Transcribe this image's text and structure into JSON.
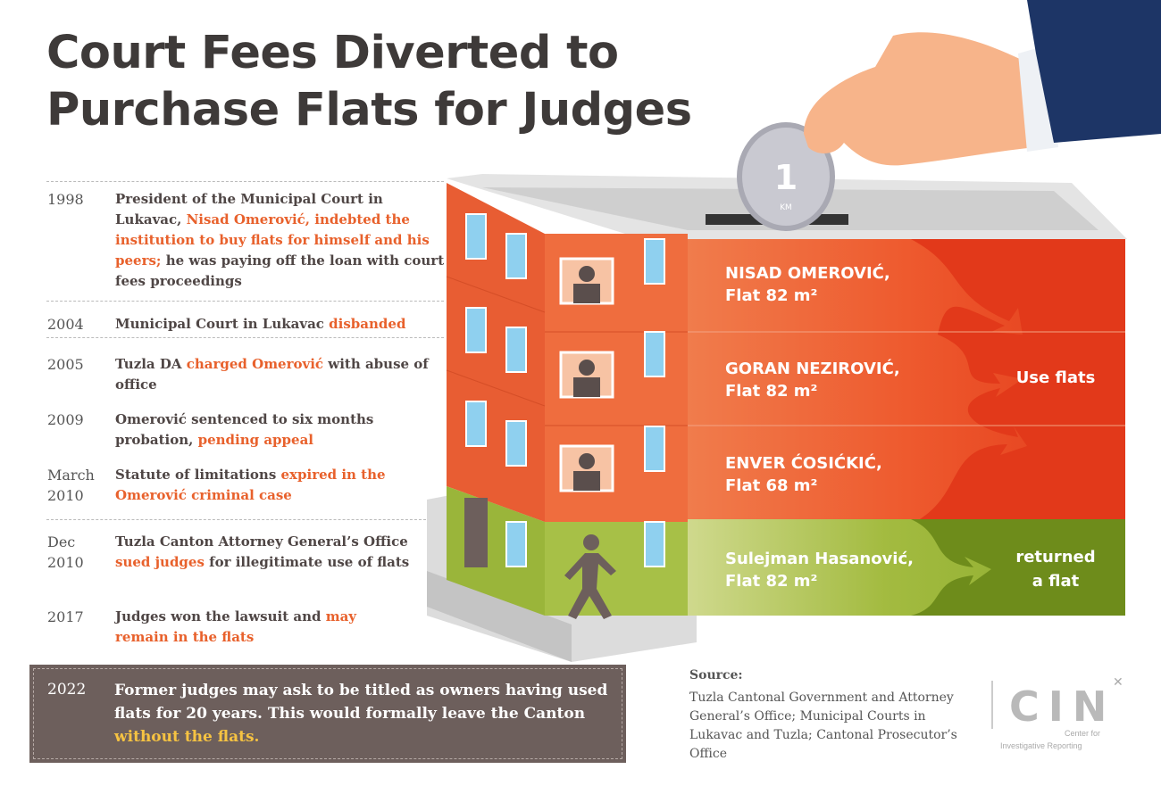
{
  "title": [
    "Court Fees Diverted to",
    "Purchase Flats for Judges"
  ],
  "timeline": [
    {
      "year": [
        "1998"
      ],
      "parts": [
        {
          "t": "President of the Municipal Court in Lukavac, ",
          "hl": false
        },
        {
          "t": "Nisad Omerović, indebted the institution to buy flats for himself and his peers;",
          "hl": true
        },
        {
          "t": " he was paying off the loan with court fees proceedings",
          "hl": false
        }
      ]
    },
    {
      "year": [
        "2004"
      ],
      "parts": [
        {
          "t": "Municipal Court in Lukavac ",
          "hl": false
        },
        {
          "t": "disbanded",
          "hl": true
        }
      ]
    },
    {
      "year": [
        "2005"
      ],
      "parts": [
        {
          "t": "Tuzla DA ",
          "hl": false
        },
        {
          "t": "charged Omerović",
          "hl": true
        },
        {
          "t": " with abuse of office",
          "hl": false
        }
      ]
    },
    {
      "year": [
        "2009"
      ],
      "parts": [
        {
          "t": "Omerović sentenced to six months probation, ",
          "hl": false
        },
        {
          "t": "pending appeal",
          "hl": true
        }
      ]
    },
    {
      "year": [
        "March",
        "2010"
      ],
      "parts": [
        {
          "t": "Statute of limitations ",
          "hl": false
        },
        {
          "t": "expired in the Omerović criminal case",
          "hl": true
        }
      ]
    },
    {
      "year": [
        "Dec",
        "2010"
      ],
      "parts": [
        {
          "t": "Tuzla Canton Attorney General’s Office ",
          "hl": false
        },
        {
          "t": "sued judges",
          "hl": true
        },
        {
          "t": " for illegitimate use of flats",
          "hl": false
        }
      ]
    },
    {
      "year": [
        "2017"
      ],
      "parts": [
        {
          "t": "Judges won the lawsuit and ",
          "hl": false
        },
        {
          "t": "may remain in the flats",
          "hl": true
        }
      ]
    }
  ],
  "final_event": {
    "year": "2022",
    "text": "Former judges may ask to be titled as owners having used flats for 20 years. This would formally leave the Canton ",
    "highlight": "without the flats."
  },
  "flats": [
    {
      "name": "NISAD OMEROVIĆ,",
      "flat": "Flat 82 m²"
    },
    {
      "name": "GORAN NEZIROVIĆ,",
      "flat": "Flat 82 m²"
    },
    {
      "name": "ENVER ĆOSIĆKIĆ,",
      "flat": "Flat 68 m²"
    },
    {
      "name": "Sulejman Hasanović,",
      "flat": "Flat 82 m²"
    }
  ],
  "outcomes": {
    "use": "Use flats",
    "returned": [
      "returned",
      "a flat"
    ]
  },
  "coin": {
    "value": "1",
    "unit": "KM"
  },
  "source": {
    "heading": "Source:",
    "text": "Tuzla Cantonal Government and Attorney General’s Office; Municipal Courts in Lukavac and Tuzla; Cantonal Prosecutor’s Office"
  },
  "logo": {
    "name": "CIN",
    "line1": "Center for",
    "line2": "Investigative Reporting"
  },
  "colors": {
    "orange": "#ee6a3b",
    "red": "#e33a1a",
    "green": "#9ab53a",
    "dark_green": "#6e8c1b",
    "highlight": "#e8612c",
    "box": "#6d5f5c",
    "yellow": "#f6c342"
  }
}
